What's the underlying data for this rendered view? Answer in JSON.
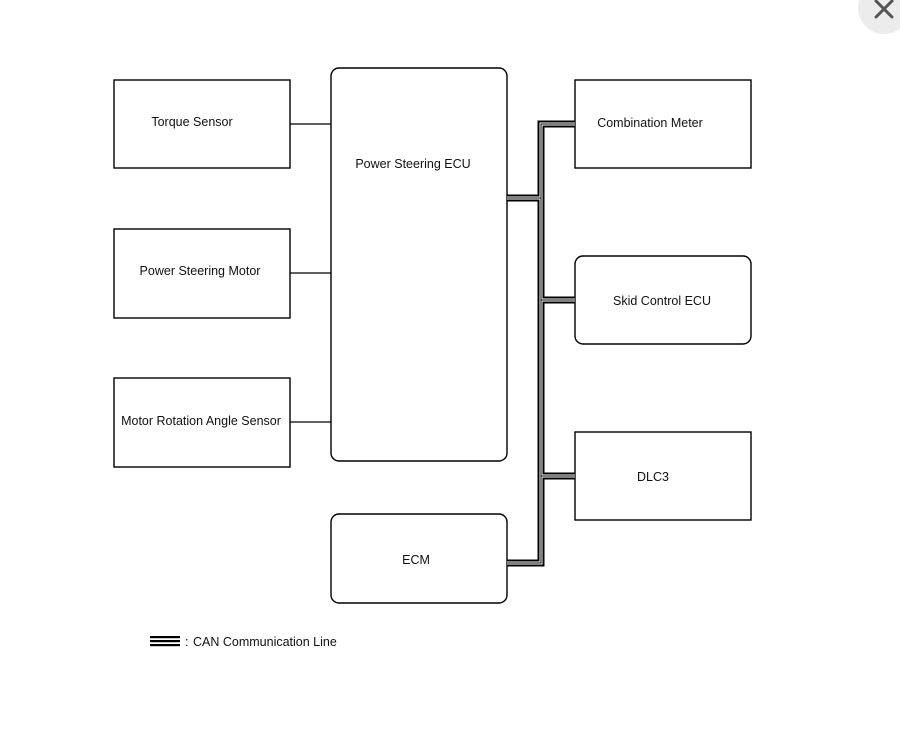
{
  "diagram": {
    "nodes": {
      "torque_sensor": "Torque Sensor",
      "power_steering_motor": "Power Steering Motor",
      "motor_rotation_angle_sensor": "Motor Rotation Angle Sensor",
      "power_steering_ecu": "Power Steering ECU",
      "ecm": "ECM",
      "combination_meter": "Combination Meter",
      "skid_control_ecu": "Skid Control ECU",
      "dlc3": "DLC3"
    },
    "legend": {
      "label": "CAN Communication Line"
    }
  },
  "close_button": {
    "icon": "close-icon"
  }
}
